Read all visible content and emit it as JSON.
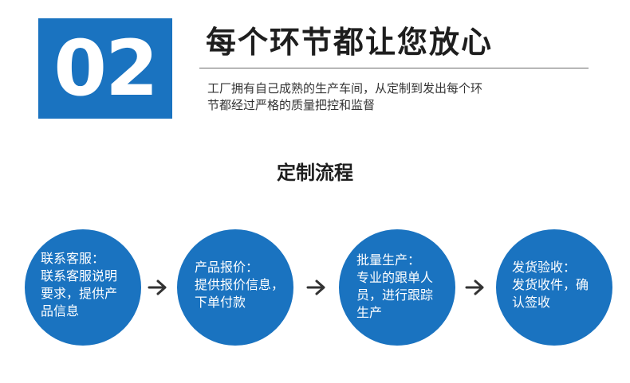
{
  "header": {
    "number": "02",
    "headline": "每个环节都让您放心",
    "description_lines": [
      "工厂拥有自己成熟的生产车间，从定制到发出每个环",
      "节都经过严格的质量把控和监督"
    ]
  },
  "process": {
    "title": "定制流程",
    "steps": [
      {
        "lines": [
          "联系客服：",
          "联系客服说明",
          "要求，提供产",
          "品信息"
        ]
      },
      {
        "lines": [
          "产品报价：",
          "提供报价信息，",
          "下单付款"
        ]
      },
      {
        "lines": [
          "批量生产：",
          "专业的跟单人",
          "员，进行跟踪",
          "生产"
        ]
      },
      {
        "lines": [
          "发货验收：",
          "发货收件，确",
          "认签收"
        ]
      }
    ]
  },
  "colors": {
    "accent": "#1a73c0",
    "text": "#222222",
    "arrow": "#333333"
  }
}
